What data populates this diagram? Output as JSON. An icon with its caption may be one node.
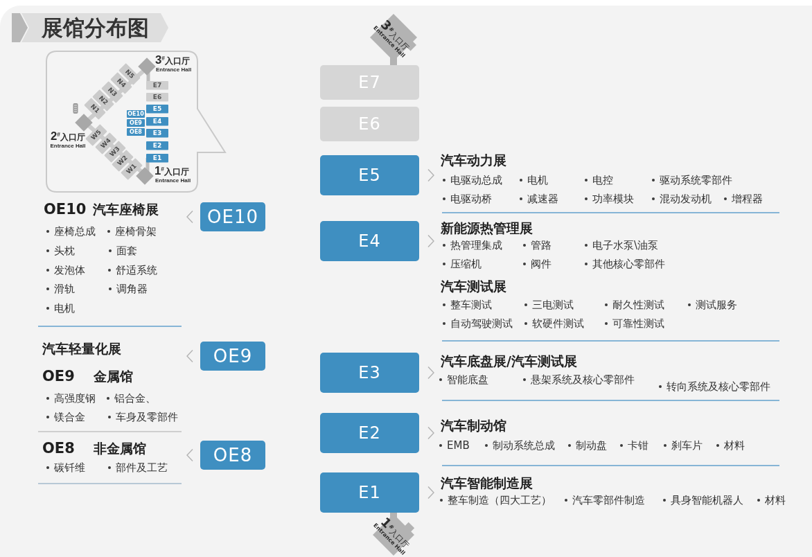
{
  "diagram": {
    "title": "展馆分布图",
    "nodes": [
      {
        "text": [
          "E7"
        ]
      },
      {
        "text": [
          "E6"
        ]
      },
      {
        "text": [
          "E5"
        ]
      },
      {
        "text": [
          "E4"
        ]
      },
      {
        "text": [
          "E3"
        ]
      },
      {
        "text": [
          "E2"
        ]
      },
      {
        "text": [
          "E1"
        ]
      },
      {
        "text": [
          "**3**$^{#}$入口厅",
          "Entrance Hall"
        ]
      },
      {
        "text": [
          "**1**$^{#}$入口厅",
          "Entrance Hall"
        ]
      },
      {
        "text": [
          "OE10"
        ]
      },
      {
        "text": [
          "OE9"
        ]
      },
      {
        "text": [
          "OE8"
        ]
      },
      {
        "text": [
          "汽车动力展",
          "电驱动总成",
          "电机",
          "电控",
          "驱动系统零部件",
          "电驱动桥",
          "减速器",
          "功率模块",
          "混动发动机",
          "增程器"
        ]
      },
      {
        "text": [
          "新能源热管理展",
          "热管理集成",
          "管路",
          "电子水泵\\油泵",
          "压缩机",
          "阀件",
          "其他核心零部件"
        ]
      },
      {
        "text": [
          "汽车测试展",
          "整车测试",
          "三电测试",
          "耐久性测试",
          "测试服务",
          "自动驾驶测试",
          "软硬件测试",
          "可靠性测试"
        ]
      },
      {
        "text": [
          "汽车底盘展/汽车测试展",
          "智能底盘",
          "悬架系统及核心零部件",
          "转向系统及核心零部件"
        ]
      },
      {
        "text": [
          "汽车制动馆",
          "EMB",
          "制动系统总成",
          "制动盘",
          "卡钳",
          "刹车片",
          "材料"
        ]
      },
      {
        "text": [
          "汽车智能制造展",
          "整车制造（四大工艺）",
          "汽车零部件制造",
          "具身智能机器人",
          "材料"
        ]
      },
      {
        "text": [
          "OE10",
          "汽车座椅展",
          "座椅总成",
          "座椅骨架",
          "头枕",
          "面套",
          "发泡体",
          "舒适系统",
          "滑轨",
          "调角器",
          "电机"
        ]
      },
      {
        "text": [
          "汽车轻量化展",
          "OE9",
          "金属馆",
          "高强度钢",
          "铝合金、",
          "镁合金",
          "车身及零部件"
        ]
      },
      {
        "text": [
          "OE8",
          "非金属馆",
          "碳钎维",
          "部件及工艺"
        ]
      }
    ],
    "edges": [
      {
        "from": 7,
        "to": 0,
        "arrow": "none",
        "style": "thick"
      },
      {
        "from": 6,
        "to": 8,
        "arrow": "none",
        "style": "thick"
      },
      {
        "from": 2,
        "to": 12,
        "arrow": "to"
      },
      {
        "from": 3,
        "to": 13,
        "arrow": "to"
      },
      {
        "from": 4,
        "to": 15,
        "arrow": "to"
      },
      {
        "from": 5,
        "to": 16,
        "arrow": "to"
      },
      {
        "from": 6,
        "to": 17,
        "arrow": "to"
      },
      {
        "from": 9,
        "to": 18,
        "arrow": "to"
      },
      {
        "from": 10,
        "to": 19,
        "arrow": "to"
      },
      {
        "from": 11,
        "to": 20,
        "arrow": "to"
      }
    ],
    "labels": [
      "**3**$^{#}$入口厅",
      "Entrance Hall",
      "N5",
      "N4",
      "E7",
      "N3",
      "E6",
      "N2",
      "N1",
      "E5",
      "OE10",
      "**2**$^{#}$入口厅",
      "Entrance Hall",
      "OE9",
      "E4",
      "OE8",
      "E3",
      "W5",
      "W4",
      "E2",
      "W3",
      "W2",
      "E1",
      "W1",
      "**1**$^{#}$入口厅",
      "Entrance Hall"
    ]
  }
}
